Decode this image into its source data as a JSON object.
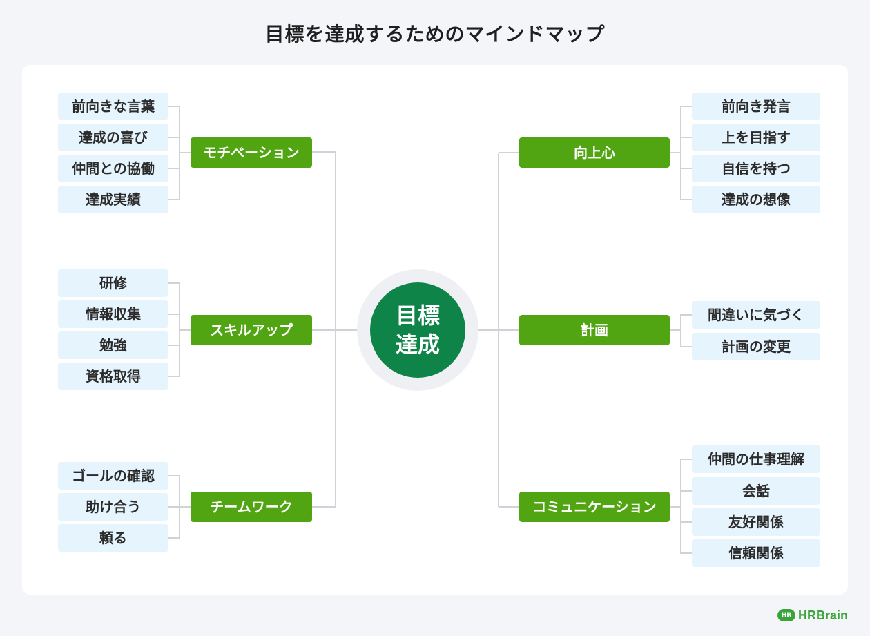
{
  "title": "目標を達成するためのマインドマップ",
  "center": {
    "line1": "目標",
    "line2": "達成"
  },
  "left": [
    {
      "label": "モチベーション",
      "items": [
        "前向きな言葉",
        "達成の喜び",
        "仲間との協働",
        "達成実績"
      ]
    },
    {
      "label": "スキルアップ",
      "items": [
        "研修",
        "情報収集",
        "勉強",
        "資格取得"
      ]
    },
    {
      "label": "チームワーク",
      "items": [
        "ゴールの確認",
        "助け合う",
        "頼る"
      ]
    }
  ],
  "right": [
    {
      "label": "向上心",
      "items": [
        "前向き発言",
        "上を目指す",
        "自信を持つ",
        "達成の想像"
      ]
    },
    {
      "label": "計画",
      "items": [
        "間違いに気づく",
        "計画の変更"
      ]
    },
    {
      "label": "コミュニケーション",
      "items": [
        "仲間の仕事理解",
        "会話",
        "友好関係",
        "信頼関係"
      ]
    }
  ],
  "logo": {
    "mark": "HR",
    "text": "HRBrain"
  },
  "colors": {
    "branch": "#52a512",
    "center": "#0f8449",
    "leaf": "#e6f4fd",
    "line": "#cfd2d6"
  }
}
